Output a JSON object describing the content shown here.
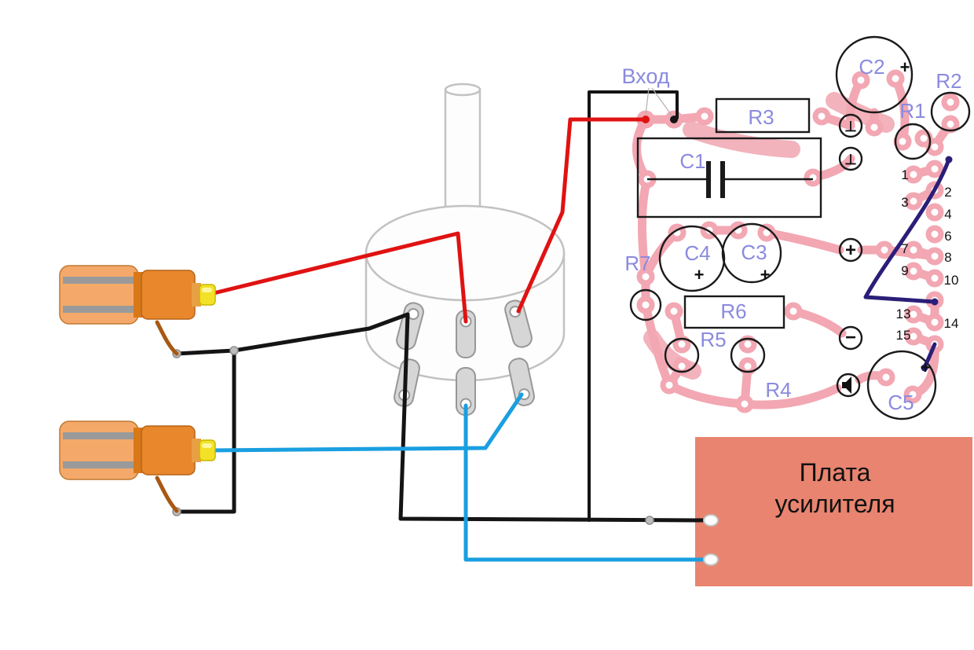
{
  "input": {
    "label": "Вход"
  },
  "amplifier_board": {
    "line1": "Плата",
    "line2": "усилителя"
  },
  "pcb": {
    "components": {
      "c1": "C1",
      "c2": "C2",
      "c3": "C3",
      "c4": "C4",
      "c5": "C5",
      "r1": "R1",
      "r2": "R2",
      "r3": "R3",
      "r4": "R4",
      "r5": "R5",
      "r6": "R6",
      "r7": "R7"
    },
    "pins": {
      "p1": "1",
      "p2": "2",
      "p3": "3",
      "p4": "4",
      "p6": "6",
      "p7": "7",
      "p8": "8",
      "p9": "9",
      "p10": "10",
      "p13": "13",
      "p14": "14",
      "p15": "15"
    },
    "symbols": {
      "plus": "+",
      "minus": "−",
      "ground": "⊥"
    }
  },
  "colors": {
    "wire_red": "#e01212",
    "wire_black": "#141414",
    "wire_blue": "#1a9fe0",
    "wire_navy": "#2a1e78",
    "pcb_trace": "#f2a7b2",
    "label_blue": "#8a8adf",
    "board_fill": "#e8846f",
    "rca_body": "#e8872b",
    "rca_tip": "#f2e126"
  }
}
